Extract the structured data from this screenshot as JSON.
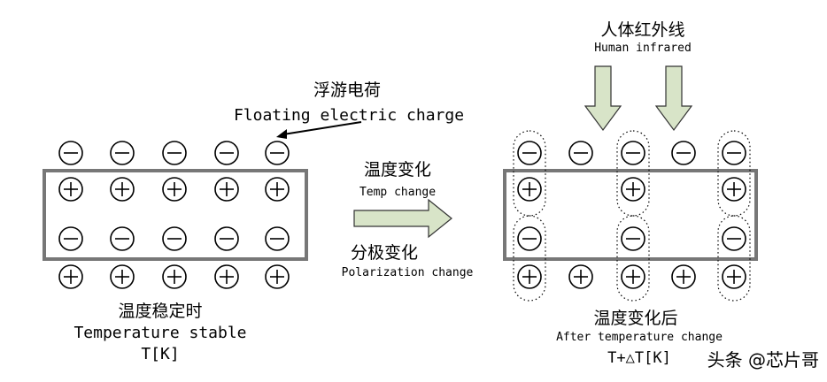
{
  "left_panel": {
    "callout_zh": "浮游电荷",
    "callout_en": "Floating electric charge",
    "caption_zh": "温度稳定时",
    "caption_en": "Temperature stable",
    "caption_var": "T[K]"
  },
  "middle": {
    "top_zh": "温度变化",
    "top_en": "Temp change",
    "bottom_zh": "分极变化",
    "bottom_en": "Polarization change"
  },
  "right_panel": {
    "infrared_zh": "人体红外线",
    "infrared_en": "Human infrared",
    "caption_zh": "温度变化后",
    "caption_en": "After temperature change",
    "caption_var": "T+△T[K]"
  },
  "watermark": "头条 @芯片哥",
  "symbols": {
    "positive": "⊕",
    "negative": "⊖"
  },
  "colors": {
    "box_stroke": "#777777",
    "arrow_fill": "#d8e4c8",
    "arrow_stroke": "#333333"
  }
}
